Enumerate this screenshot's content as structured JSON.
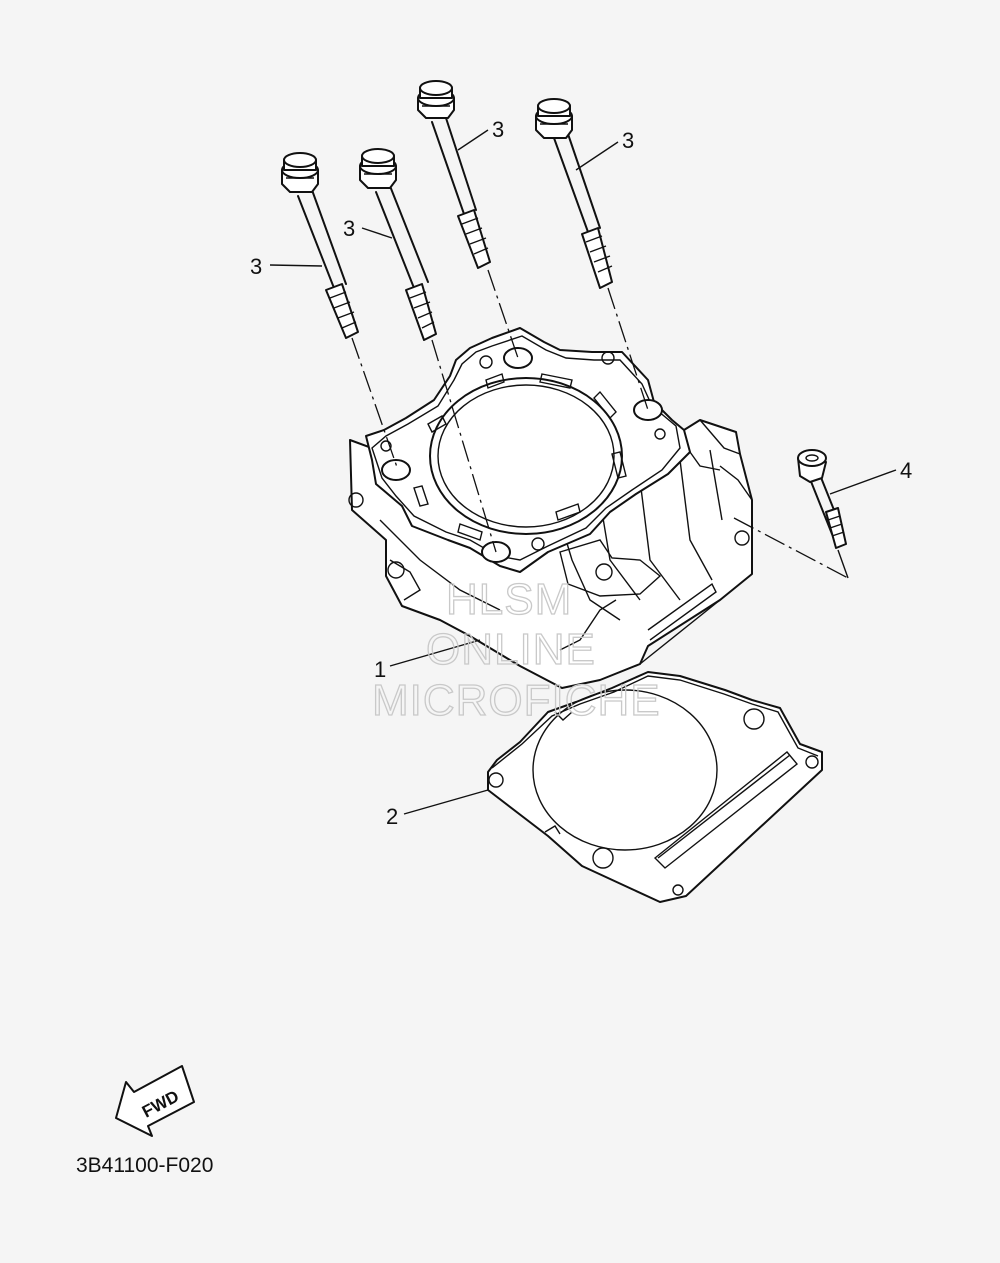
{
  "callouts": {
    "c1": "1",
    "c2": "2",
    "c3a": "3",
    "c3b": "3",
    "c3c": "3",
    "c3d": "3",
    "c4": "4"
  },
  "watermark": {
    "line1": "HLSM",
    "line2": "ONLINE",
    "line3": "MICROFICHE"
  },
  "fwd_label": "FWD",
  "diagram_code": "3B41100-F020",
  "colors": {
    "background": "#f5f5f5",
    "line": "#111111",
    "watermark": "#c9c9c9"
  }
}
